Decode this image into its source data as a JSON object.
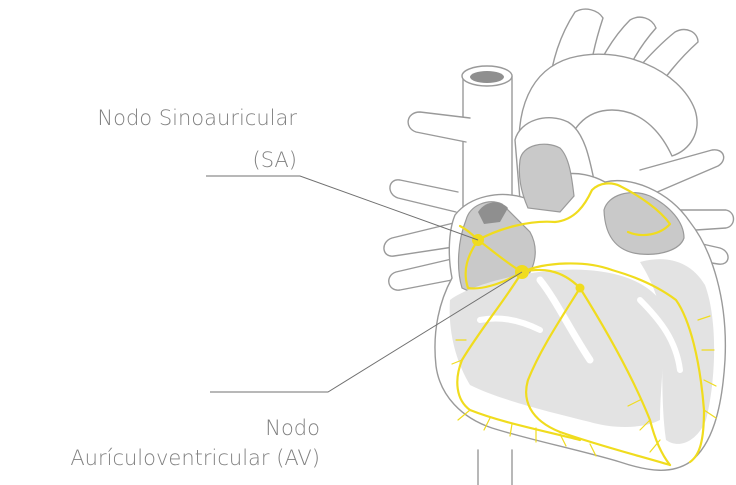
{
  "labels": {
    "sa_line1": "Nodo Sinoauricular",
    "sa_line2": "(SA)",
    "av_line1": "Nodo",
    "av_line2": "Aurículoventricular (AV)"
  },
  "colors": {
    "outline": "#9a9a9a",
    "chamber_fill": "#c9c9c9",
    "inner_fill": "#e3e3e3",
    "conduction": "#f0dc1e",
    "leader_line": "#707070",
    "text": "#808080"
  },
  "icons": [
    "heart-diagram"
  ]
}
